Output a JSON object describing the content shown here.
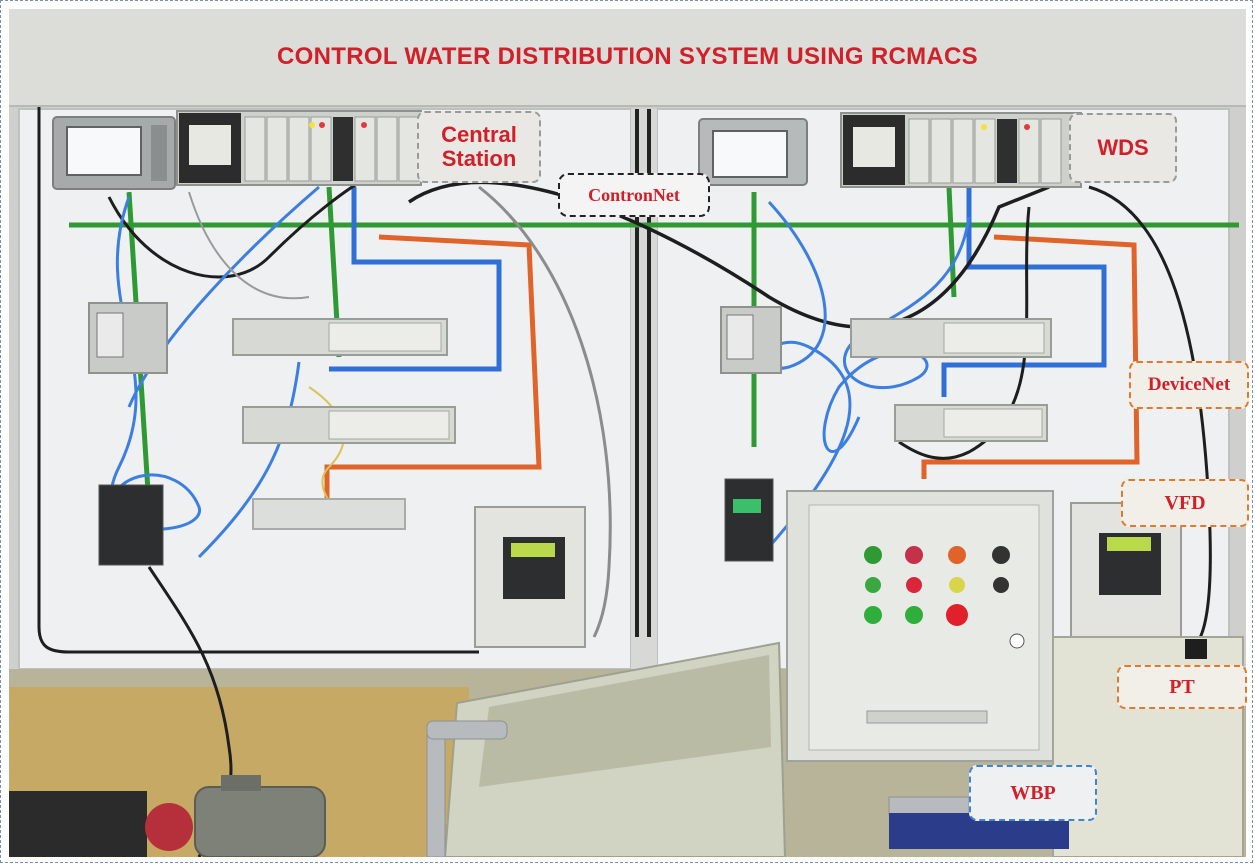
{
  "title": "CONTROL WATER DISTRIBUTION SYSTEM USING RCMACS",
  "labels": {
    "central_station": {
      "line1": "Central",
      "line2": "Station"
    },
    "contronnet": "ContronNet",
    "wds": "WDS",
    "devicenet": "DeviceNet",
    "vfd": "VFD",
    "pt": "PT",
    "wbp": "WBP"
  },
  "colors": {
    "title": "#d0202a",
    "ethernet_cable": "#2f9a33",
    "controlnet_cable": "#2f6fd6",
    "devicenet_cable": "#e0642a",
    "label_orange_border": "#e07a2e",
    "label_blue_border": "#3f86d1"
  }
}
